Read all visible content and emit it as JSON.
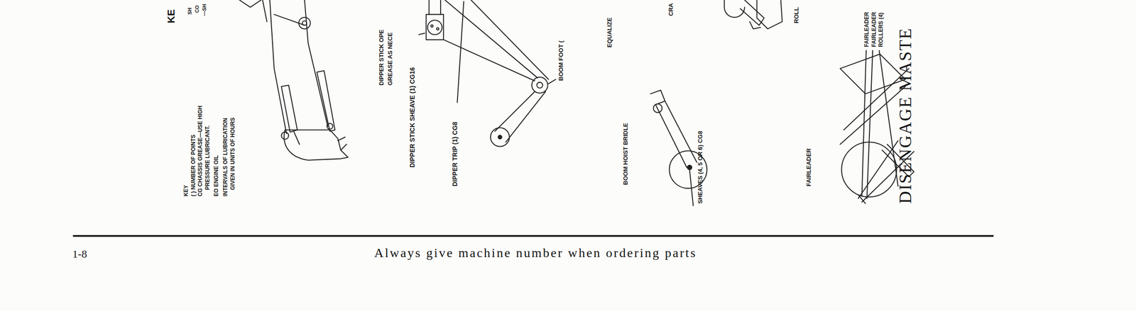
{
  "diagram": {
    "labels": [
      "KE",
      "SH",
      "CO",
      "—SH",
      "KEY",
      "( ) NUMBER OF POINTS",
      "CG CHASSIS GREASE—USE HIGH PRESSURE LUBRICANT.",
      "EO ENGINE OIL",
      "INTERVALS OF LUBRICATION GIVEN IN UNITS OF HOURS",
      "DIPPER STICK OPE",
      "GREASE AS NECE",
      "DIPPER STICK SHEAVE (1) CG16",
      "DIPPER TRIP (1) CG8",
      "BOOM FOOT (",
      "EQUALIZE",
      "BOOM HOIST BRIDLE",
      "SHEAVES (4, 5 OR 6) CG8",
      "CRA",
      "ROLL",
      "FAIRLEADER",
      "FAIRLEADER",
      "FAIRLEADER ROLLERS (4)",
      "DISENGAGE MASTE",
      "1-8",
      "Always give machine number when ordering parts"
    ]
  }
}
